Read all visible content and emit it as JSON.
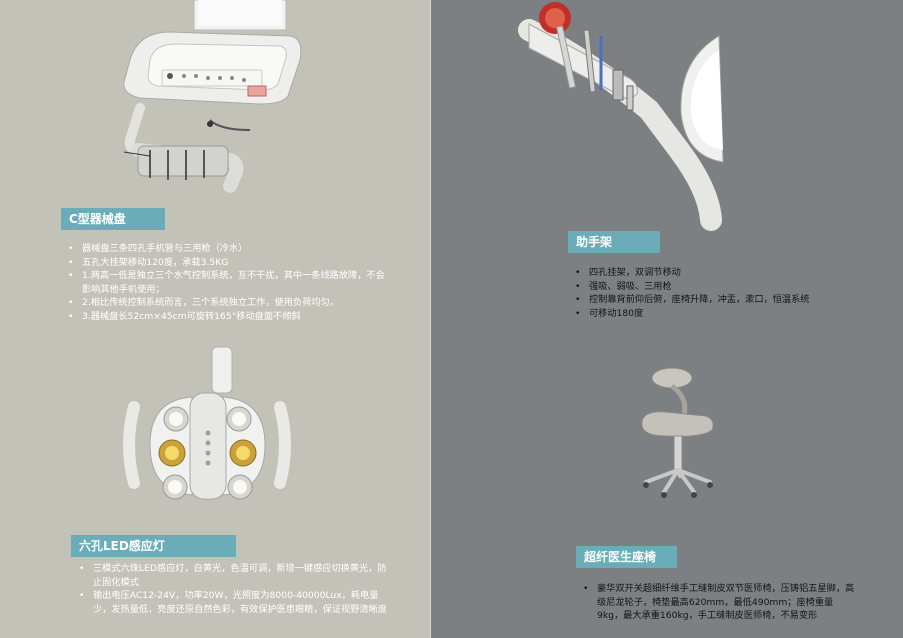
{
  "colors": {
    "left_bg": "#c3c2b8",
    "right_bg": "#7c8083",
    "tag_bg": "#6aadb8"
  },
  "sections": {
    "tray": {
      "title": "C型器械盘",
      "bullets": [
        "器械盘三条四孔手机管与三用枪（冷水）",
        "五孔大挂架移动120度，承载3.5KG",
        "1.两高一低是独立三个水气控制系统，互不干扰，其中一条线路故障，不会影响其他手机使用；",
        "2.相比传统控制系统而言，三个系统独立工作，使用负荷均匀。",
        "3.器械盘长52cm×45cm可旋转165°移动盘面不倾斜"
      ]
    },
    "lamp": {
      "title": "六孔LED感应灯",
      "bullets": [
        "三模式六珠LED感应灯，白黄光，色温可调，新增一键感应切换黄光，防止固化模式",
        "输出电压AC12-24V，功率20W，光照度为8000-40000Lux，耗电量少，发热量低，亮度还原自然色彩，有效保护医患眼睛，保证视野清晰度"
      ]
    },
    "assistant": {
      "title": "助手架",
      "bullets": [
        "四孔挂架，双调节移动",
        "强吸、弱吸、三用枪",
        "控制靠背前仰后俯，座椅升降，冲盂，漱口，恒温系统",
        "可移动180度"
      ]
    },
    "chair": {
      "title": "超纤医生座椅",
      "bullets": [
        "豪华双开关超细纤维手工缝制皮双节医师椅，压铸铝五星脚，高级尼龙轮子，椅垫最高620mm，最低490mm；座椅重量9kg，最大承重160kg，手工缝制皮医师椅，不易变形"
      ]
    }
  }
}
